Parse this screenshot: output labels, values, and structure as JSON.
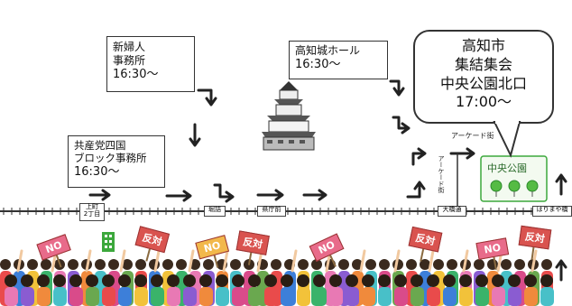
{
  "labels": {
    "shinfujin": [
      "新婦人",
      "事務所",
      "16:30〜"
    ],
    "kyosanto": [
      "共産党四国",
      "ブロック事務所",
      "16:30〜"
    ],
    "kochijo_hall": [
      "高知城ホール",
      "16:30〜"
    ],
    "gathering": [
      "高知市",
      "集結集会",
      "中央公園北口",
      "17:00〜"
    ]
  },
  "streets": {
    "arcade_top": "アーケード街",
    "arcade_vertical": "アーケード街",
    "park": "中央公園"
  },
  "stations": {
    "kamimachi": [
      "上町",
      "2丁目"
    ],
    "station2": "堀詰",
    "station3": "県庁前",
    "daikaku": "大橋通",
    "harimayabashi": "はりまや橋"
  },
  "placards": [
    "NO",
    "反対",
    "NO",
    "反対",
    "NO",
    "反対",
    "NO",
    "反対"
  ],
  "colors": {
    "line": "#333333",
    "green": "#3ca83c",
    "placard_red": "#d9534f",
    "placard_pink": "#e86b8a"
  }
}
